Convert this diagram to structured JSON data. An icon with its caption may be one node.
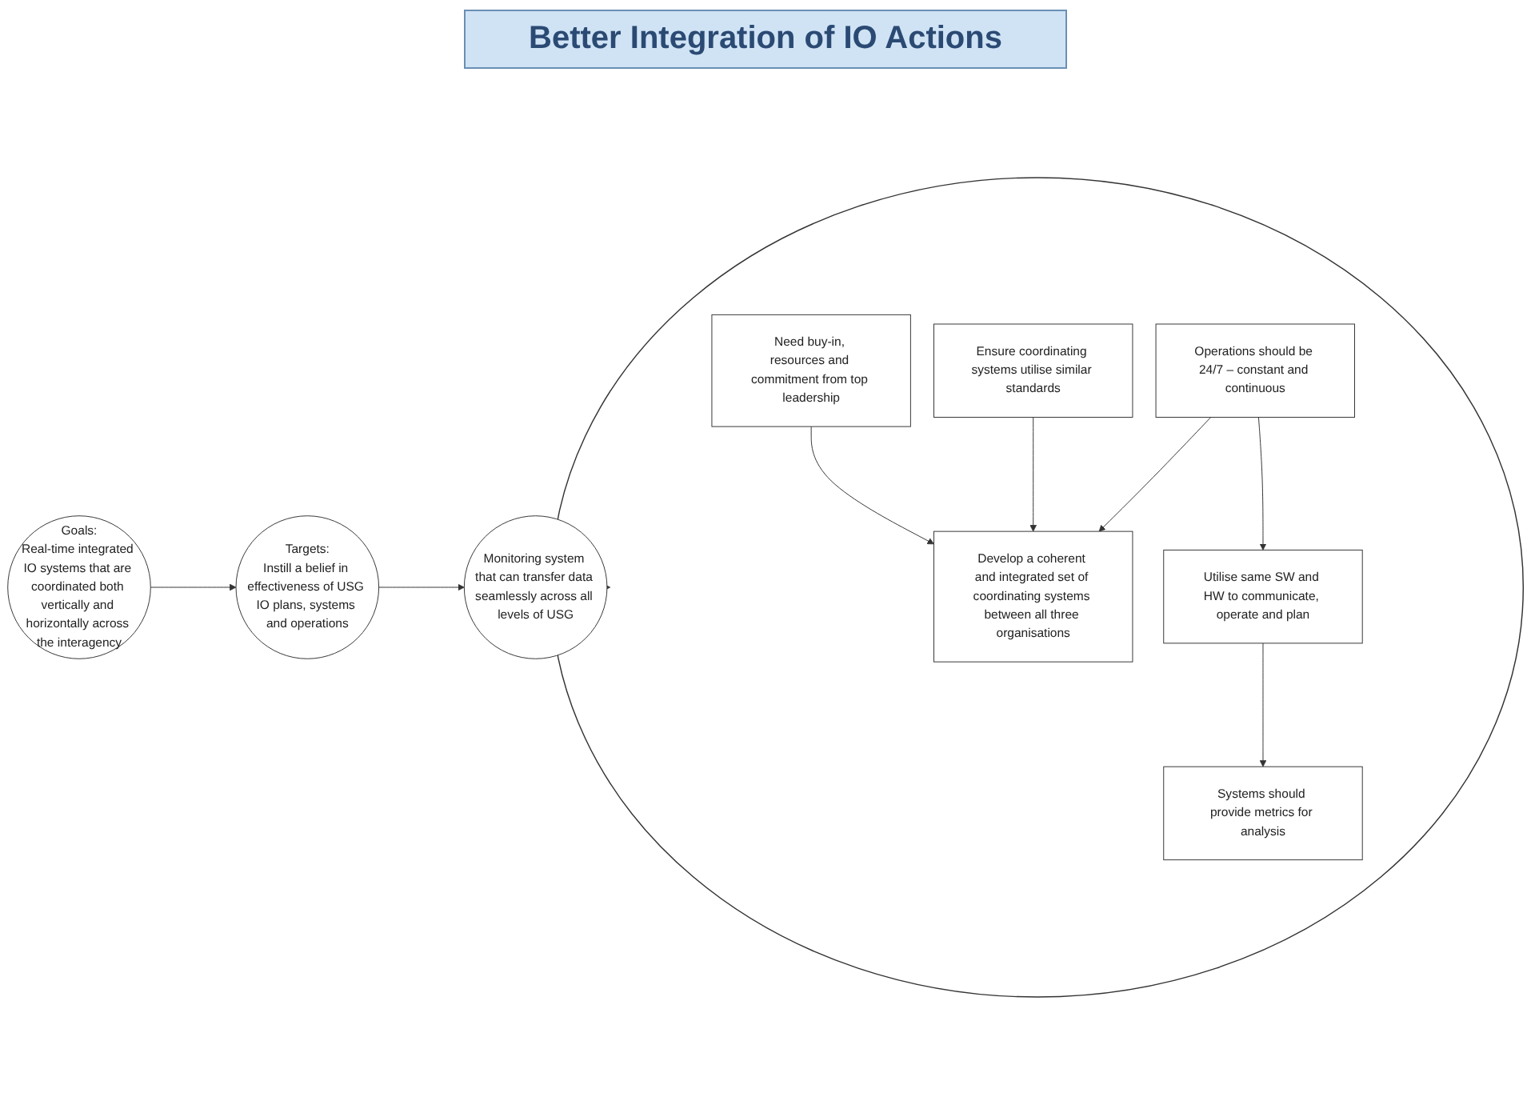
{
  "diagram": {
    "title": "Better Integration of IO Actions",
    "nodes": [
      {
        "text": [],
        "shape": "circle"
      },
      {
        "text": [
          "Develop a coherent and integrated set of coordinating systems between all three organisations"
        ],
        "in": 0
      },
      {
        "text": [
          "Need buy-in, resources and commitment from top leadership"
        ],
        "in": 0
      },
      {
        "text": [
          "Ensure coordinating systems utilise similar standards"
        ],
        "in": 0
      },
      {
        "text": [
          "Operations should be 24/7 – constant and continuous"
        ],
        "in": 0
      },
      {
        "text": [
          "Utilise same SW and HW to communicate, operate and plan"
        ],
        "in": 0
      },
      {
        "text": [
          "Systems should provide metrics for analysis"
        ],
        "in": 0
      },
      {
        "text": [
          "Goals:",
          "Real-time integrated IO systems that are coordinated both vertically and horizontally across the interagency"
        ]
      },
      {
        "text": [
          "Targets:",
          "Instill a belief in effectiveness of USG IO plans, systems and operations"
        ]
      },
      {
        "text": [
          "Monitoring system that can transfer data seamlessly across all levels of USG"
        ]
      }
    ],
    "edges": [
      {
        "from": 2,
        "to": 1,
        "arrow": "to"
      },
      {
        "from": 3,
        "to": 1,
        "arrow": "to"
      },
      {
        "from": 4,
        "to": 1,
        "arrow": "to"
      },
      {
        "from": 4,
        "to": 5,
        "arrow": "to"
      },
      {
        "from": 5,
        "to": 6,
        "arrow": "to"
      },
      {
        "from": 7,
        "to": 8,
        "arrow": "to"
      },
      {
        "from": 8,
        "to": 9,
        "arrow": "to"
      },
      {
        "from": 9,
        "to": 0,
        "arrow": "to"
      }
    ]
  }
}
